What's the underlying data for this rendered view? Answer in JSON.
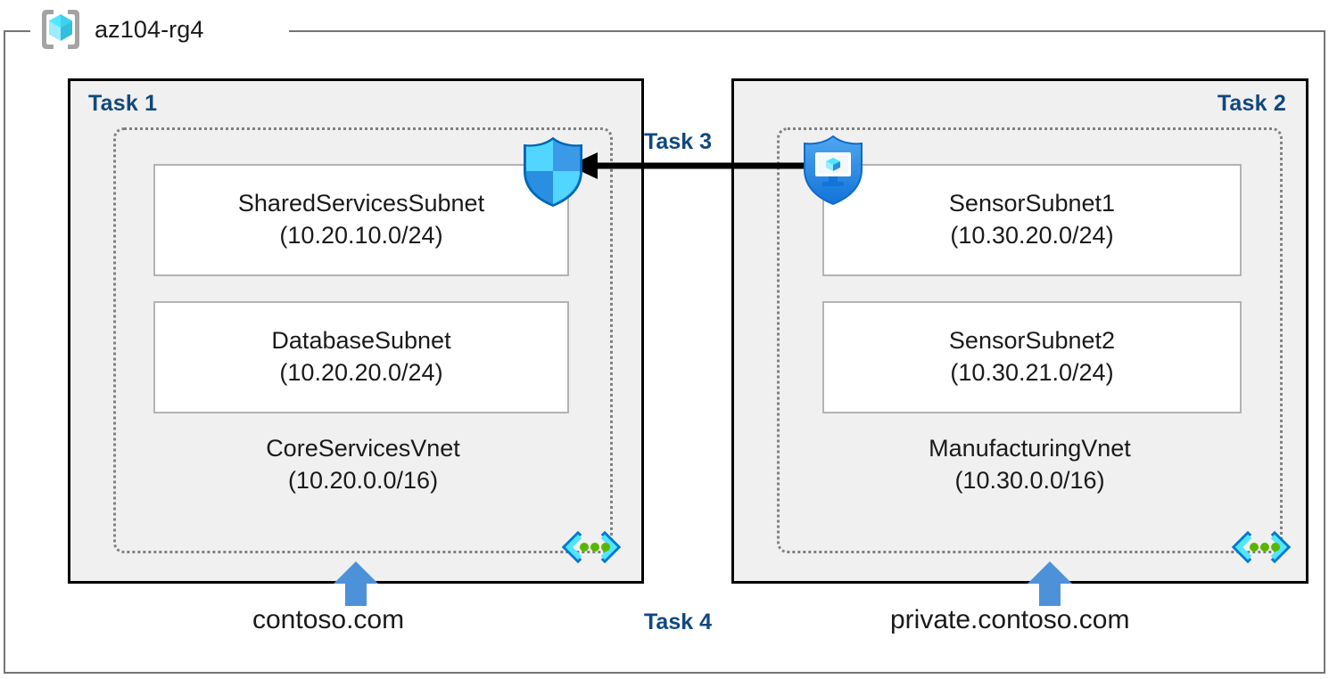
{
  "resource_group": {
    "name": "az104-rg4",
    "icon": "azure-resource-group-icon"
  },
  "panels": [
    {
      "id": "task1",
      "heading": "Task 1",
      "vnet": {
        "name": "CoreServicesVnet",
        "cidr": "(10.20.0.0/16)",
        "icon": "virtual-network-icon",
        "subnets": [
          {
            "name": "SharedServicesSubnet",
            "cidr": "(10.20.10.0/24)"
          },
          {
            "name": "DatabaseSubnet",
            "cidr": "(10.20.20.0/24)"
          }
        ]
      },
      "dns": {
        "label": "contoso.com",
        "arrow": "up-arrow-icon"
      }
    },
    {
      "id": "task2",
      "heading": "Task 2",
      "vnet": {
        "name": "ManufacturingVnet",
        "cidr": "(10.30.0.0/16)",
        "icon": "virtual-network-icon",
        "subnets": [
          {
            "name": "SensorSubnet1",
            "cidr": "(10.30.20.0/24)"
          },
          {
            "name": "SensorSubnet2",
            "cidr": "(10.30.21.0/24)"
          }
        ]
      },
      "dns": {
        "label": "private.contoso.com",
        "arrow": "up-arrow-icon"
      }
    }
  ],
  "connections": {
    "peering": {
      "heading": "Task 3",
      "direction": "right-to-left",
      "arrow": "left-arrow-icon",
      "source_icon": "virtual-machine-shield-icon",
      "target_icon": "network-security-group-shield-icon"
    },
    "dns_task": {
      "heading": "Task 4"
    }
  },
  "colors": {
    "task_heading": "#11487e",
    "panel_fill": "#f0f0f0",
    "panel_border": "#000000",
    "vnet_border": "#808080",
    "subnet_border": "#b3b3b3",
    "frame_border": "#757575",
    "dns_arrow": "#4d92d9",
    "peering_arrow": "#000000",
    "text": "#1a1a1a"
  }
}
